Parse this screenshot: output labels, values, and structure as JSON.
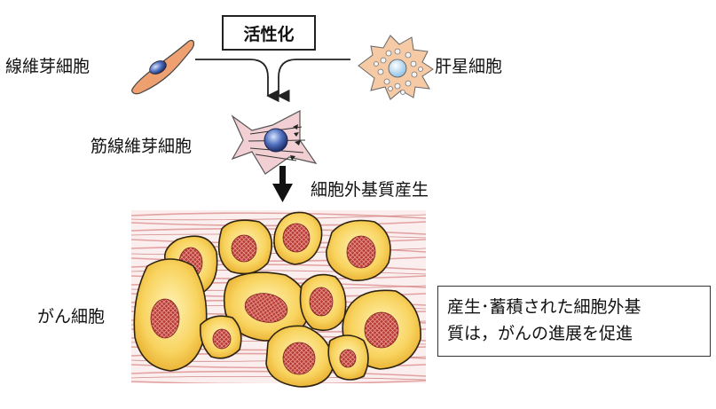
{
  "labels": {
    "activation": "活性化",
    "fibroblast": "線維芽細胞",
    "hepatic_stellate": "肝星細胞",
    "myofibroblast": "筋線維芽細胞",
    "ecm_production": "細胞外基質産生",
    "cancer_cell": "がん細胞"
  },
  "note": {
    "line1": "産生･蓄積された細胞外基",
    "line2": "質は，がんの進展を促進"
  },
  "colors": {
    "cell_yellow": "#f5cd50",
    "cell_border": "#2d2410",
    "nucleus_red": "#a8312c",
    "fiber_pink": "#e6a6a6",
    "fibroblast_fill": "#efa070",
    "stellate_fill": "#f6caa4",
    "myofibroblast_fill": "#f2cfd2"
  }
}
